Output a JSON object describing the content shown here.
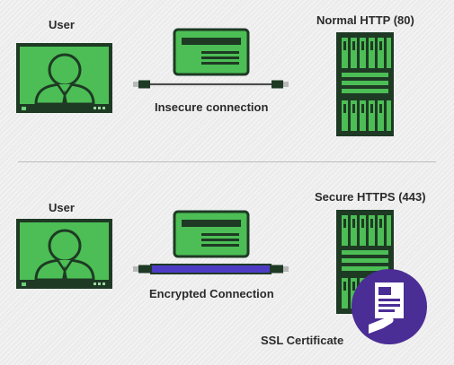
{
  "top": {
    "user_label": "User",
    "server_label": "Normal HTTP (80)",
    "connection_label": "Insecure connection"
  },
  "bottom": {
    "user_label": "User",
    "server_label": "Secure HTTPS (443)",
    "connection_label": "Encrypted Connection",
    "certificate_label": "SSL Certificate"
  },
  "colors": {
    "green": "#49c45a",
    "dark": "#1c3a22",
    "encrypted_cable": "#4d3bc4",
    "certificate_badge": "#4b2d96"
  }
}
